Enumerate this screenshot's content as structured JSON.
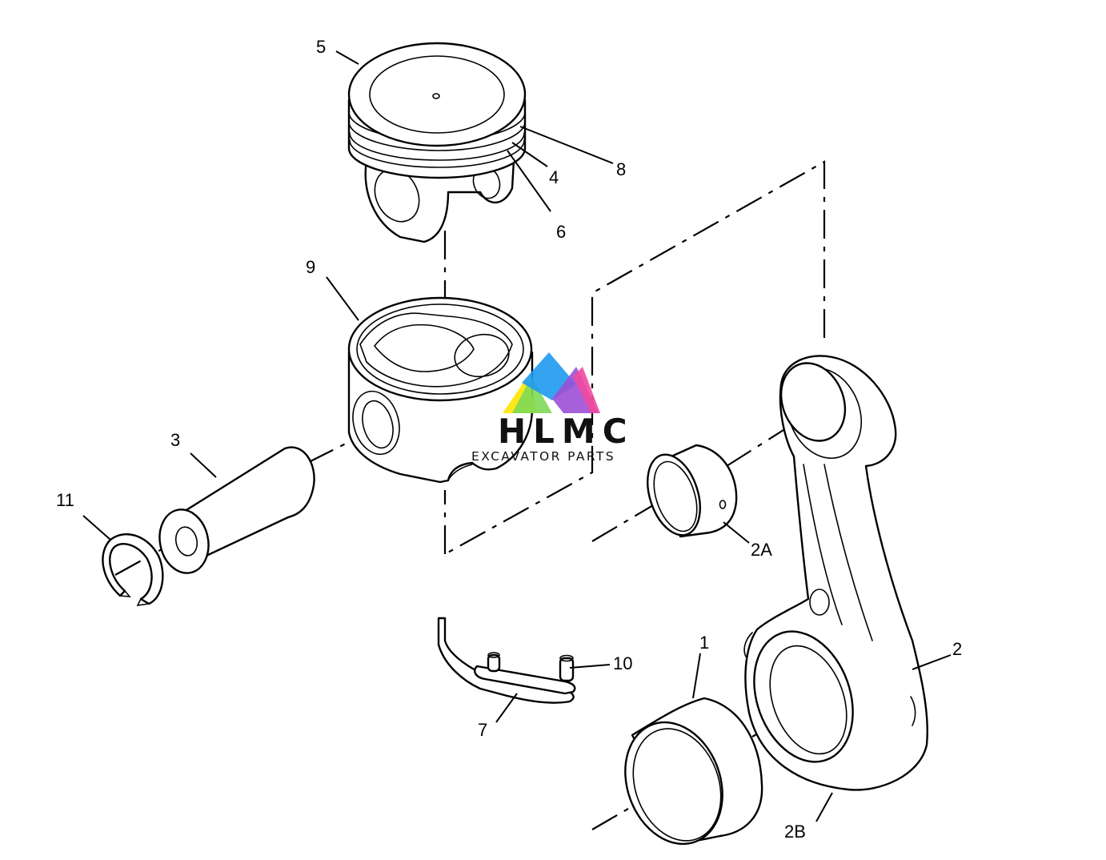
{
  "diagram": {
    "callouts": {
      "c1": "1",
      "c2": "2",
      "c2A": "2A",
      "c2B": "2B",
      "c3": "3",
      "c4": "4",
      "c5": "5",
      "c6": "6",
      "c7": "7",
      "c8": "8",
      "c9": "9",
      "c10": "10",
      "c11": "11"
    },
    "line_color": "#000000",
    "background_color": "#ffffff"
  },
  "watermark": {
    "name": "HLMC",
    "subtitle": "EXCAVATOR PARTS",
    "logo_colors": [
      "#ffe600",
      "#7ed957",
      "#1e9af0",
      "#9b4fd6",
      "#f04aa0"
    ]
  }
}
